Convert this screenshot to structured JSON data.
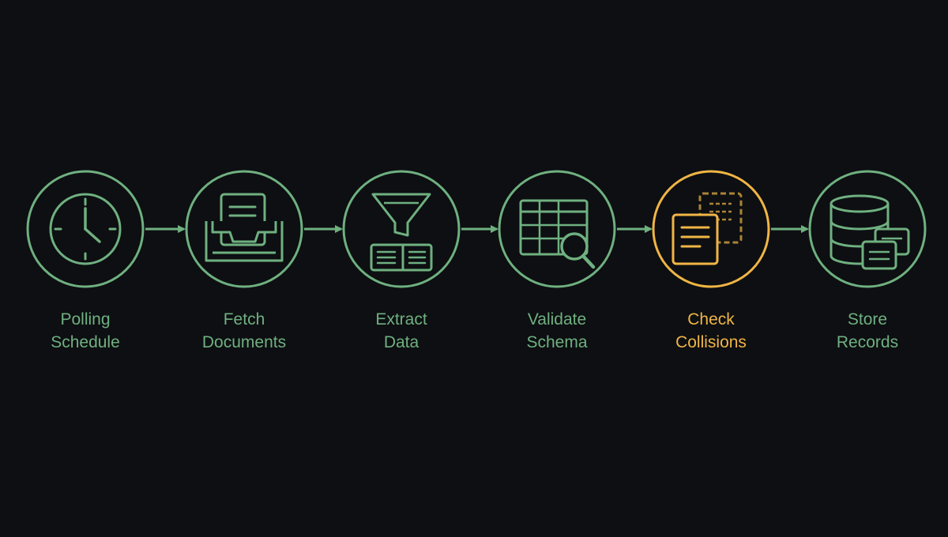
{
  "colors": {
    "background": "#0d0f12",
    "default": "#6fb080",
    "highlight": "#f0b545"
  },
  "steps": [
    {
      "id": "polling",
      "icon": "clock-icon",
      "line1": "Polling",
      "line2": "Schedule",
      "highlight": false
    },
    {
      "id": "fetch",
      "icon": "inbox-documents-icon",
      "line1": "Fetch",
      "line2": "Documents",
      "highlight": false
    },
    {
      "id": "extract",
      "icon": "funnel-icon",
      "line1": "Extract",
      "line2": "Data",
      "highlight": false
    },
    {
      "id": "validate",
      "icon": "table-search-icon",
      "line1": "Validate",
      "line2": "Schema",
      "highlight": false
    },
    {
      "id": "check",
      "icon": "duplicate-documents-icon",
      "line1": "Check",
      "line2": "Collisions",
      "highlight": true
    },
    {
      "id": "store",
      "icon": "database-icon",
      "line1": "Store",
      "line2": "Records",
      "highlight": false
    }
  ]
}
